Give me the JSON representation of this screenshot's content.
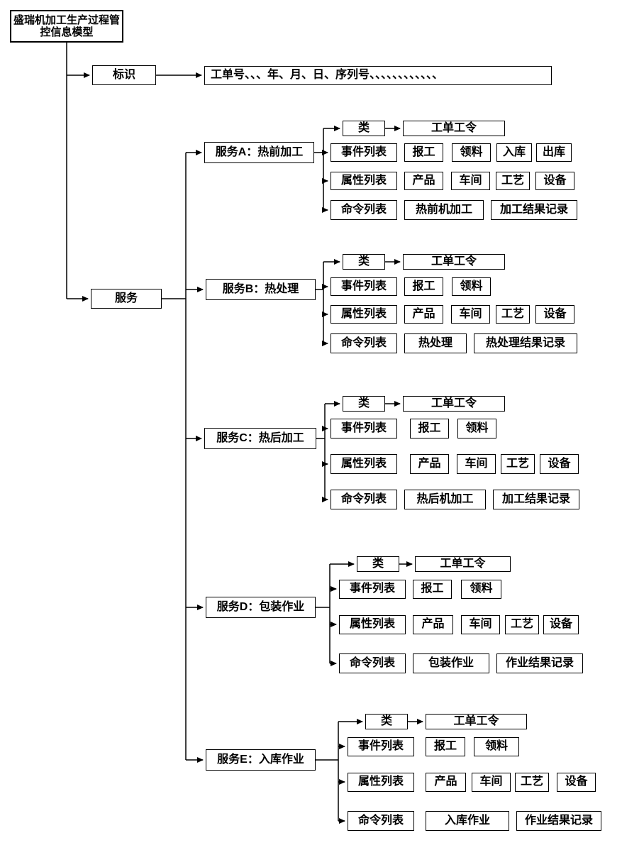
{
  "root": {
    "title": "盛瑞机加工生产过程管控信息模型"
  },
  "identification": {
    "label": "标识",
    "value": "工单号、、、年、月、日、序列号、、、、、、、、、、、、"
  },
  "service": {
    "label": "服务"
  },
  "services": [
    {
      "name": "服务A：热前加工",
      "class_label": "类",
      "class_value": "工单工令",
      "events_label": "事件列表",
      "events": [
        "报工",
        "领料",
        "入库",
        "出库"
      ],
      "attrs_label": "属性列表",
      "attrs": [
        "产品",
        "车间",
        "工艺",
        "设备"
      ],
      "cmds_label": "命令列表",
      "cmds": [
        "热前机加工",
        "加工结果记录"
      ]
    },
    {
      "name": "服务B：热处理",
      "class_label": "类",
      "class_value": "工单工令",
      "events_label": "事件列表",
      "events": [
        "报工",
        "领料"
      ],
      "attrs_label": "属性列表",
      "attrs": [
        "产品",
        "车间",
        "工艺",
        "设备"
      ],
      "cmds_label": "命令列表",
      "cmds": [
        "热处理",
        "热处理结果记录"
      ]
    },
    {
      "name": "服务C：热后加工",
      "class_label": "类",
      "class_value": "工单工令",
      "events_label": "事件列表",
      "events": [
        "报工",
        "领料"
      ],
      "attrs_label": "属性列表",
      "attrs": [
        "产品",
        "车间",
        "工艺",
        "设备"
      ],
      "cmds_label": "命令列表",
      "cmds": [
        "热后机加工",
        "加工结果记录"
      ]
    },
    {
      "name": "服务D：包装作业",
      "class_label": "类",
      "class_value": "工单工令",
      "events_label": "事件列表",
      "events": [
        "报工",
        "领料"
      ],
      "attrs_label": "属性列表",
      "attrs": [
        "产品",
        "车间",
        "工艺",
        "设备"
      ],
      "cmds_label": "命令列表",
      "cmds": [
        "包装作业",
        "作业结果记录"
      ]
    },
    {
      "name": "服务E：入库作业",
      "class_label": "类",
      "class_value": "工单工令",
      "events_label": "事件列表",
      "events": [
        "报工",
        "领料"
      ],
      "attrs_label": "属性列表",
      "attrs": [
        "产品",
        "车间",
        "工艺",
        "设备"
      ],
      "cmds_label": "命令列表",
      "cmds": [
        "入库作业",
        "作业结果记录"
      ]
    }
  ]
}
